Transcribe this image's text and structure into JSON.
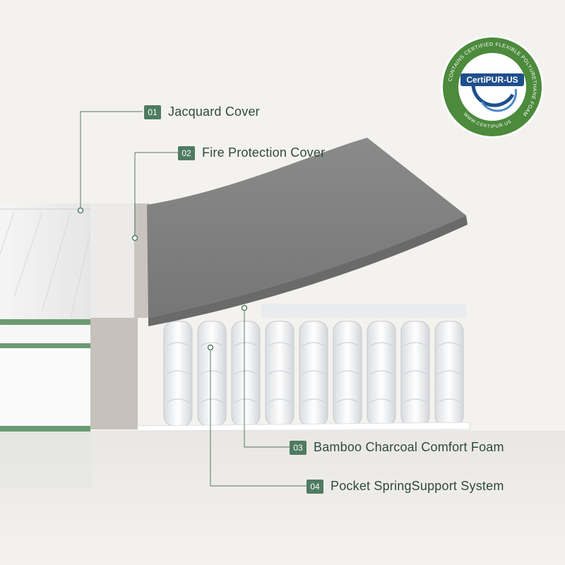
{
  "badge": {
    "ring_text": "CONTAINS CERTIFIED FLEXIBLE POLYURETHANE FOAM",
    "bottom_text": "WWW.CERTIPUR.US",
    "logo_text": "CertiPUR-US",
    "ring_color": "#4c8a3c",
    "logo_color": "#1f4e8c"
  },
  "callouts": [
    {
      "num": "01",
      "label": "Jacquard Cover"
    },
    {
      "num": "02",
      "label": "Fire Protection Cover"
    },
    {
      "num": "03",
      "label": "Bamboo Charcoal Comfort Foam"
    },
    {
      "num": "04",
      "label": "Pocket SpringSupport System"
    }
  ],
  "colors": {
    "accent": "#4f7b62",
    "label_text": "#2f4a3c",
    "foam": "#7d7d7d",
    "fire_cover": "#c8c3bd",
    "background": "#f4f2ee"
  }
}
